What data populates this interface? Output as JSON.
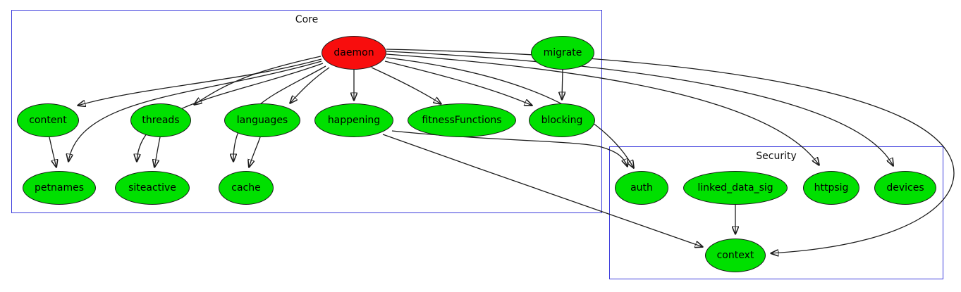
{
  "diagram": {
    "type": "directed-graph",
    "background": "#ffffff",
    "edge_color": "#1c1c1c",
    "cluster_border_color": "#3c3cdc",
    "node_fill_default": "#00e000",
    "node_fill_daemon": "#f80d0d",
    "node_border_color": "#1a1a1a",
    "text_color": "#000000"
  },
  "clusters": {
    "core": {
      "label": "Core",
      "nodes": [
        "daemon",
        "migrate",
        "content",
        "threads",
        "languages",
        "happening",
        "fitnessFunctions",
        "blocking",
        "petnames",
        "siteactive",
        "cache"
      ]
    },
    "security": {
      "label": "Security",
      "nodes": [
        "auth",
        "linked_data_sig",
        "httpsig",
        "devices",
        "context"
      ]
    }
  },
  "nodes": {
    "daemon": {
      "label": "daemon",
      "fill": "red"
    },
    "migrate": {
      "label": "migrate",
      "fill": "green"
    },
    "content": {
      "label": "content",
      "fill": "green"
    },
    "threads": {
      "label": "threads",
      "fill": "green"
    },
    "languages": {
      "label": "languages",
      "fill": "green"
    },
    "happening": {
      "label": "happening",
      "fill": "green"
    },
    "fitnessFunctions": {
      "label": "fitnessFunctions",
      "fill": "green"
    },
    "blocking": {
      "label": "blocking",
      "fill": "green"
    },
    "petnames": {
      "label": "petnames",
      "fill": "green"
    },
    "siteactive": {
      "label": "siteactive",
      "fill": "green"
    },
    "cache": {
      "label": "cache",
      "fill": "green"
    },
    "auth": {
      "label": "auth",
      "fill": "green"
    },
    "linked_data_sig": {
      "label": "linked_data_sig",
      "fill": "green"
    },
    "httpsig": {
      "label": "httpsig",
      "fill": "green"
    },
    "devices": {
      "label": "devices",
      "fill": "green"
    },
    "context": {
      "label": "context",
      "fill": "green"
    }
  },
  "edges": [
    {
      "from": "daemon",
      "to": "content"
    },
    {
      "from": "daemon",
      "to": "threads"
    },
    {
      "from": "daemon",
      "to": "languages"
    },
    {
      "from": "daemon",
      "to": "happening"
    },
    {
      "from": "daemon",
      "to": "fitnessFunctions"
    },
    {
      "from": "daemon",
      "to": "blocking"
    },
    {
      "from": "daemon",
      "to": "petnames"
    },
    {
      "from": "daemon",
      "to": "siteactive"
    },
    {
      "from": "daemon",
      "to": "cache"
    },
    {
      "from": "daemon",
      "to": "auth"
    },
    {
      "from": "daemon",
      "to": "httpsig"
    },
    {
      "from": "daemon",
      "to": "devices"
    },
    {
      "from": "daemon",
      "to": "context"
    },
    {
      "from": "migrate",
      "to": "blocking"
    },
    {
      "from": "content",
      "to": "petnames"
    },
    {
      "from": "threads",
      "to": "siteactive"
    },
    {
      "from": "languages",
      "to": "cache"
    },
    {
      "from": "happening",
      "to": "auth"
    },
    {
      "from": "happening",
      "to": "context"
    },
    {
      "from": "linked_data_sig",
      "to": "context"
    }
  ]
}
